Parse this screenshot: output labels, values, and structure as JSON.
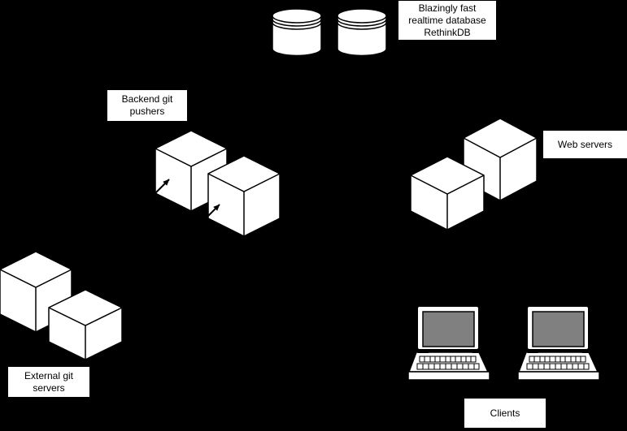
{
  "diagram": {
    "colors": {
      "background": "#000000",
      "shape_fill": "#ffffff",
      "shape_stroke": "#000000",
      "label_background": "#ffffff",
      "label_text": "#000000",
      "laptop_screen": "#808080",
      "arrow": "#000000"
    },
    "nodes": [
      {
        "id": "rethinkdb",
        "label": "Blazingly fast\nrealtime database\nRethinkDB",
        "icon": "database-cylinder-icon",
        "shape_count": 2
      },
      {
        "id": "backend-git-pushers",
        "label": "Backend git\npushers",
        "icon": "server-cube-icon",
        "shape_count": 2,
        "has_push_arrows": true
      },
      {
        "id": "web-servers",
        "label": "Web servers",
        "icon": "server-cube-icon",
        "shape_count": 2
      },
      {
        "id": "external-git-servers",
        "label": "External git\nservers",
        "icon": "server-cube-icon",
        "shape_count": 2
      },
      {
        "id": "clients",
        "label": "Clients",
        "icon": "laptop-icon",
        "shape_count": 2
      }
    ]
  }
}
